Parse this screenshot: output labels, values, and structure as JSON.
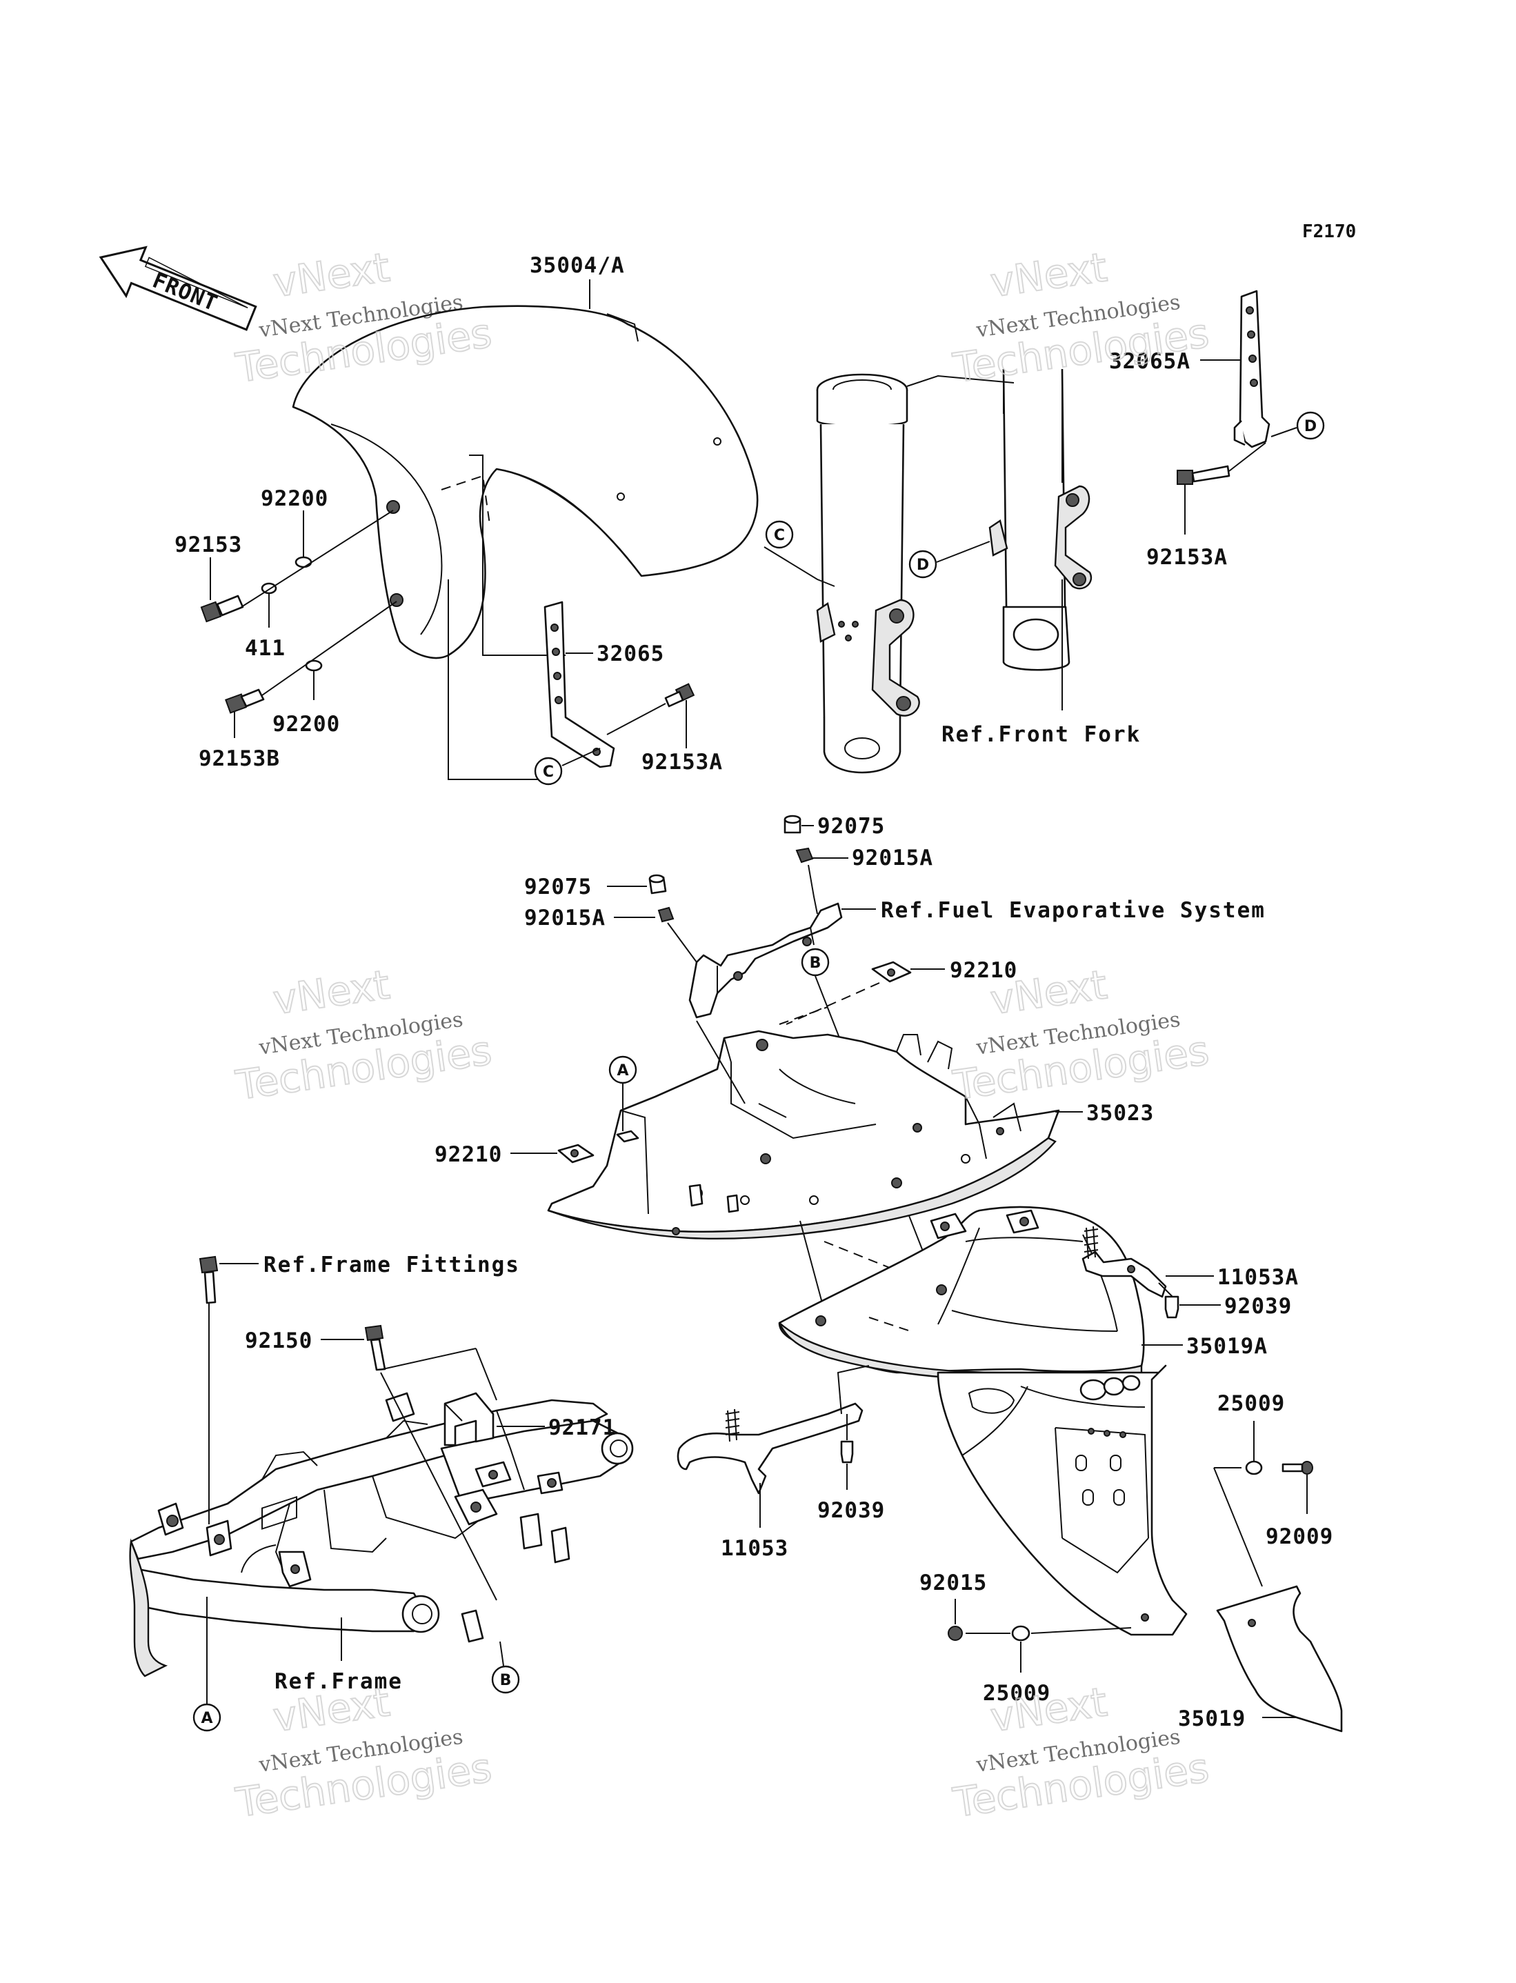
{
  "figure_code": "F2170",
  "front_label": "FRONT",
  "watermark": {
    "line1": "vNext Technologies",
    "line2": "Technologies",
    "line3": "vNext"
  },
  "labels": {
    "p35004": "35004/A",
    "p32065A": "32065A",
    "p92200_top": "92200",
    "p92153": "92153",
    "p411": "411",
    "p32065": "32065",
    "p92153B": "92153B",
    "p92200_bot": "92200",
    "p92153A_left": "92153A",
    "p92153A_right": "92153A",
    "ref_front_fork": "Ref.Front Fork",
    "p92075_top": "92075",
    "p92015A_top": "92015A",
    "p92075_left": "92075",
    "p92015A_left": "92015A",
    "ref_fuel": "Ref.Fuel Evaporative System",
    "p92210_right": "92210",
    "p35023": "35023",
    "p92210_left": "92210",
    "p11053A": "11053A",
    "ref_frame_fittings": "Ref.Frame Fittings",
    "p92039_right": "92039",
    "p92150": "92150",
    "p35019A": "35019A",
    "p92171": "92171",
    "p25009_top": "25009",
    "p92009": "92009",
    "p11053": "11053",
    "p92039_bot": "92039",
    "p92015": "92015",
    "ref_frame": "Ref.Frame",
    "p25009_bot": "25009",
    "p35019": "35019"
  },
  "callouts": {
    "a": "A",
    "b": "B",
    "c": "C",
    "d": "D"
  }
}
